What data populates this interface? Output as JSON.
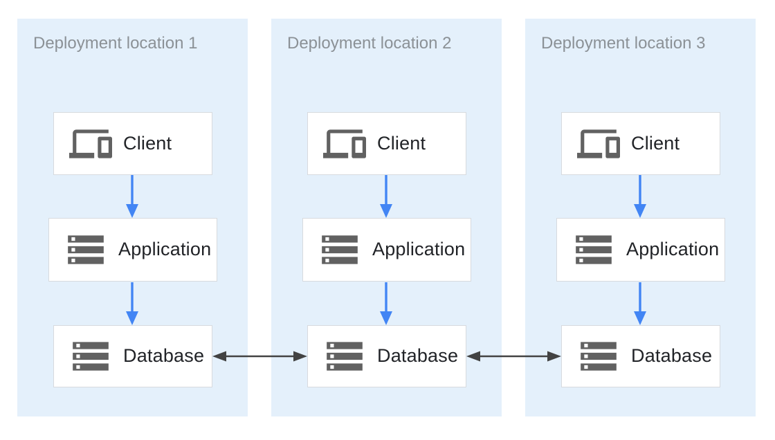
{
  "zones": [
    {
      "title": "Deployment location 1",
      "nodes": [
        {
          "label": "Client",
          "icon": "devices-icon"
        },
        {
          "label": "Application",
          "icon": "server-stack-icon"
        },
        {
          "label": "Database",
          "icon": "server-stack-icon"
        }
      ]
    },
    {
      "title": "Deployment location 2",
      "nodes": [
        {
          "label": "Client",
          "icon": "devices-icon"
        },
        {
          "label": "Application",
          "icon": "server-stack-icon"
        },
        {
          "label": "Database",
          "icon": "server-stack-icon"
        }
      ]
    },
    {
      "title": "Deployment location 3",
      "nodes": [
        {
          "label": "Client",
          "icon": "devices-icon"
        },
        {
          "label": "Application",
          "icon": "server-stack-icon"
        },
        {
          "label": "Database",
          "icon": "server-stack-icon"
        }
      ]
    }
  ],
  "connections": {
    "vertical_flows": [
      {
        "zone": 1,
        "from": "Client",
        "to": "Application",
        "directed": true
      },
      {
        "zone": 1,
        "from": "Application",
        "to": "Database",
        "directed": true
      },
      {
        "zone": 2,
        "from": "Client",
        "to": "Application",
        "directed": true
      },
      {
        "zone": 2,
        "from": "Application",
        "to": "Database",
        "directed": true
      },
      {
        "zone": 3,
        "from": "Client",
        "to": "Application",
        "directed": true
      },
      {
        "zone": 3,
        "from": "Application",
        "to": "Database",
        "directed": true
      }
    ],
    "replication_links": [
      {
        "between": [
          "Database (location 1)",
          "Database (location 2)"
        ],
        "bidirectional": true
      },
      {
        "between": [
          "Database (location 2)",
          "Database (location 3)"
        ],
        "bidirectional": true
      }
    ]
  },
  "colors": {
    "canvas_bg": "#ffffff",
    "zone_bg": "#e4f0fb",
    "zone_title": "#8b9196",
    "node_bg": "#ffffff",
    "node_border": "#d7dade",
    "node_label": "#212327",
    "icon_color": "#616161",
    "flow_arrow": "#4285f4",
    "replication_arrow": "#424242"
  }
}
